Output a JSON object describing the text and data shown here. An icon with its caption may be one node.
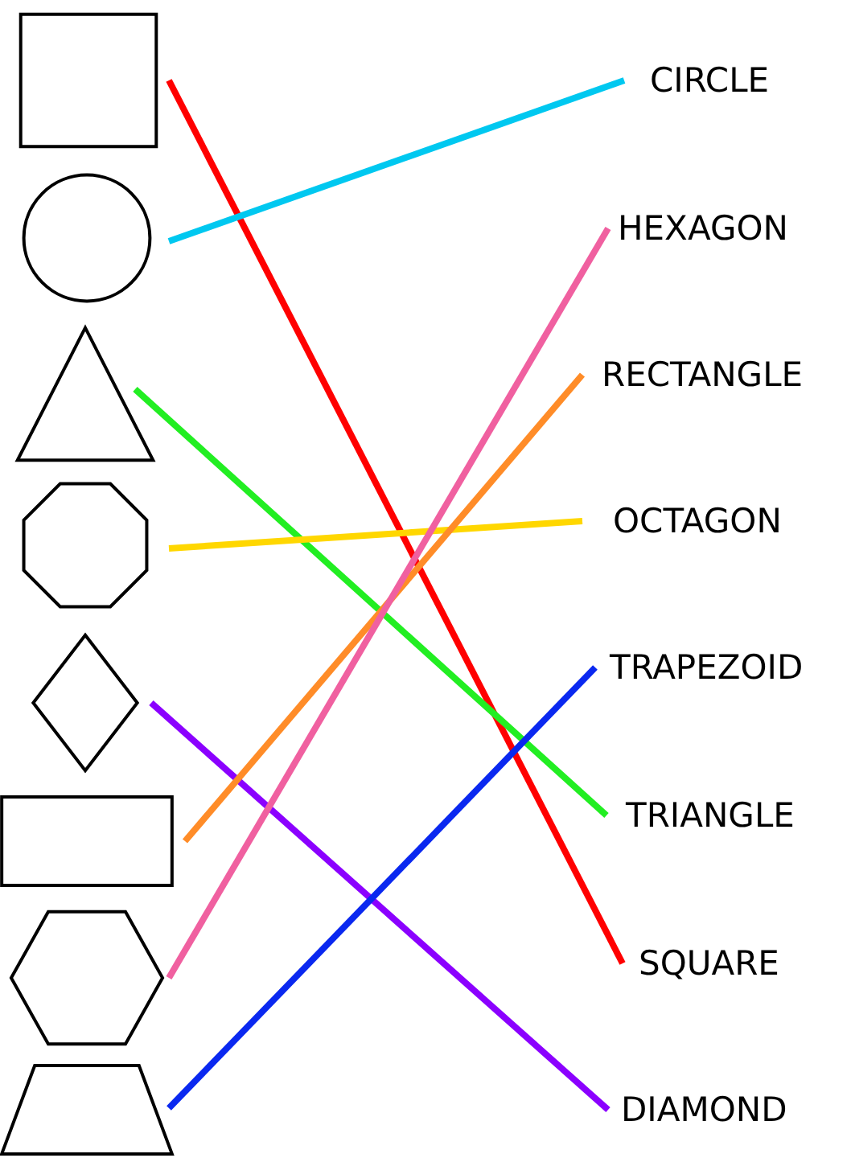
{
  "diagram": {
    "nodes": [
      {
        "text": [],
        "shape": "square"
      },
      {
        "text": [],
        "shape": "circle"
      },
      {
        "text": [],
        "shape": "triangle"
      },
      {
        "text": [],
        "shape": "octagon"
      },
      {
        "text": [],
        "shape": "diamond"
      },
      {
        "text": [],
        "shape": "rectangle"
      },
      {
        "text": [],
        "shape": "hexagon"
      },
      {
        "text": [],
        "shape": "trapezoid"
      },
      {
        "text": [
          "CIRCLE"
        ]
      },
      {
        "text": [
          "HEXAGON"
        ]
      },
      {
        "text": [
          "RECTANGLE"
        ]
      },
      {
        "text": [
          "OCTAGON"
        ]
      },
      {
        "text": [
          "TRAPEZOID"
        ]
      },
      {
        "text": [
          "TRIANGLE"
        ]
      },
      {
        "text": [
          "SQUARE"
        ]
      },
      {
        "text": [
          "DIAMOND"
        ]
      }
    ],
    "edges": [
      {
        "from": 0,
        "to": 14,
        "arrow": "none",
        "color": "#ff0000"
      },
      {
        "from": 1,
        "to": 8,
        "arrow": "none",
        "color": "#00c8f0"
      },
      {
        "from": 2,
        "to": 13,
        "arrow": "none",
        "color": "#22ee22"
      },
      {
        "from": 3,
        "to": 11,
        "arrow": "none",
        "color": "#ffd700"
      },
      {
        "from": 4,
        "to": 15,
        "arrow": "none",
        "color": "#8b00ff"
      },
      {
        "from": 5,
        "to": 10,
        "arrow": "none",
        "color": "#ff8c28"
      },
      {
        "from": 6,
        "to": 9,
        "arrow": "none",
        "color": "#f060a0"
      },
      {
        "from": 7,
        "to": 12,
        "arrow": "none",
        "color": "#0a28f0"
      }
    ]
  }
}
